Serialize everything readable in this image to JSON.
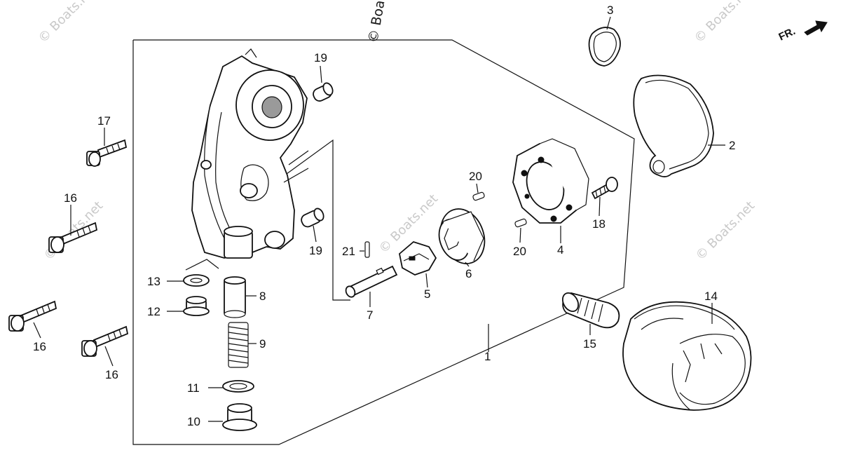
{
  "diagram": {
    "watermark": "© Boats.net",
    "front_indicator": "FR.",
    "parts": [
      {
        "id": "1",
        "label": "1"
      },
      {
        "id": "2",
        "label": "2"
      },
      {
        "id": "3",
        "label": "3"
      },
      {
        "id": "4",
        "label": "4"
      },
      {
        "id": "5",
        "label": "5"
      },
      {
        "id": "6",
        "label": "6"
      },
      {
        "id": "7",
        "label": "7"
      },
      {
        "id": "8",
        "label": "8"
      },
      {
        "id": "9",
        "label": "9"
      },
      {
        "id": "10",
        "label": "10"
      },
      {
        "id": "11",
        "label": "11"
      },
      {
        "id": "12",
        "label": "12"
      },
      {
        "id": "13",
        "label": "13"
      },
      {
        "id": "14",
        "label": "14"
      },
      {
        "id": "15",
        "label": "15"
      },
      {
        "id": "16a",
        "label": "16"
      },
      {
        "id": "16b",
        "label": "16"
      },
      {
        "id": "16c",
        "label": "16"
      },
      {
        "id": "17",
        "label": "17"
      },
      {
        "id": "18",
        "label": "18"
      },
      {
        "id": "19a",
        "label": "19"
      },
      {
        "id": "19b",
        "label": "19"
      },
      {
        "id": "20a",
        "label": "20"
      },
      {
        "id": "20b",
        "label": "20"
      },
      {
        "id": "21",
        "label": "21"
      }
    ]
  }
}
